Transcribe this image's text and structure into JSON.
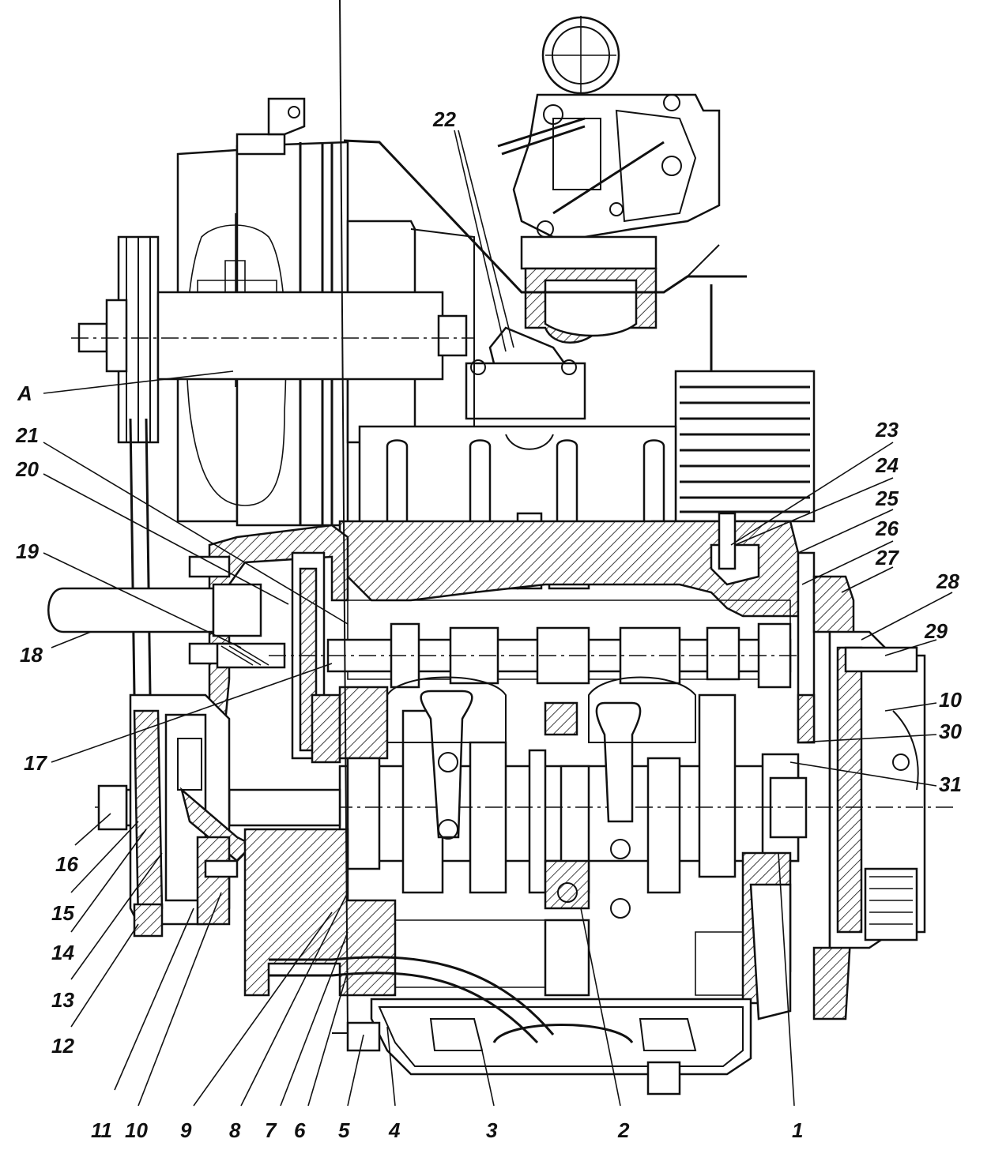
{
  "callouts": {
    "A": "A",
    "n1": "1",
    "n2": "2",
    "n3": "3",
    "n4": "4",
    "n5": "5",
    "n6": "6",
    "n7": "7",
    "n8": "8",
    "n9": "9",
    "n10a": "10",
    "n10b": "10",
    "n11": "11",
    "n12": "12",
    "n13": "13",
    "n14": "14",
    "n15": "15",
    "n16": "16",
    "n17": "17",
    "n18": "18",
    "n19": "19",
    "n20": "20",
    "n21": "21",
    "n22": "22",
    "n23": "23",
    "n24": "24",
    "n25": "25",
    "n26": "26",
    "n27": "27",
    "n28": "28",
    "n29": "29",
    "n30": "30",
    "n31": "31"
  }
}
